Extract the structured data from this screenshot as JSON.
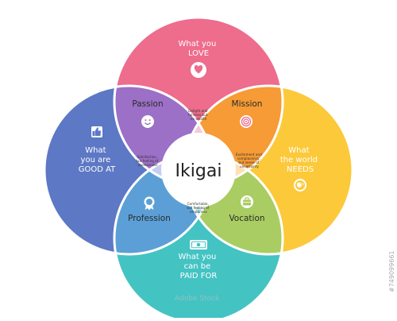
{
  "title": "Ikigai",
  "circles": {
    "love": [
      "What you",
      "LOVE"
    ],
    "needs": [
      "What",
      "the world",
      "NEEDS"
    ],
    "good": [
      "What",
      "you are",
      "GOOD AT"
    ],
    "paid": [
      "What you",
      "can be",
      "PAID FOR"
    ]
  },
  "overlaps": {
    "passion": "Passion",
    "mission": "Mission",
    "profession": "Profession",
    "vocation": "Vocation"
  },
  "notes": {
    "top": [
      "Delight and",
      "fullness,but",
      "no wealth"
    ],
    "right": [
      "Excitement and",
      "complacency,",
      "but sense of",
      "uncertainty"
    ],
    "left": [
      "Satisfaction,",
      "but feeling of",
      "uselessness"
    ],
    "bottom": [
      "Comfortable,",
      "but feeling of",
      "emptiness"
    ]
  },
  "watermark": {
    "brand": "Adobe Stock",
    "id": "#749099661"
  },
  "icons": {
    "love": "heart-icon",
    "passion": "smiley-face-icon",
    "mission": "target-icon",
    "good": "thumbs-up-icon",
    "needs": "globe-icon",
    "profession": "badge-ribbon-icon",
    "vocation": "briefcase-icon",
    "paid": "money-bill-icon"
  },
  "colors": {
    "love": "#ee6c8c",
    "needs": "#fcc93a",
    "good": "#5d78c4",
    "paid": "#44c3c3",
    "passion": "#9b70c6",
    "mission": "#f69b35",
    "profession": "#5b9fd6",
    "vocation": "#a9cd62",
    "inner_top": "#f6c8d9",
    "inner_right": "#fde0b3",
    "inner_left": "#c4cdee",
    "inner_bottom": "#bfe6e6",
    "outline": "#ffffff"
  }
}
